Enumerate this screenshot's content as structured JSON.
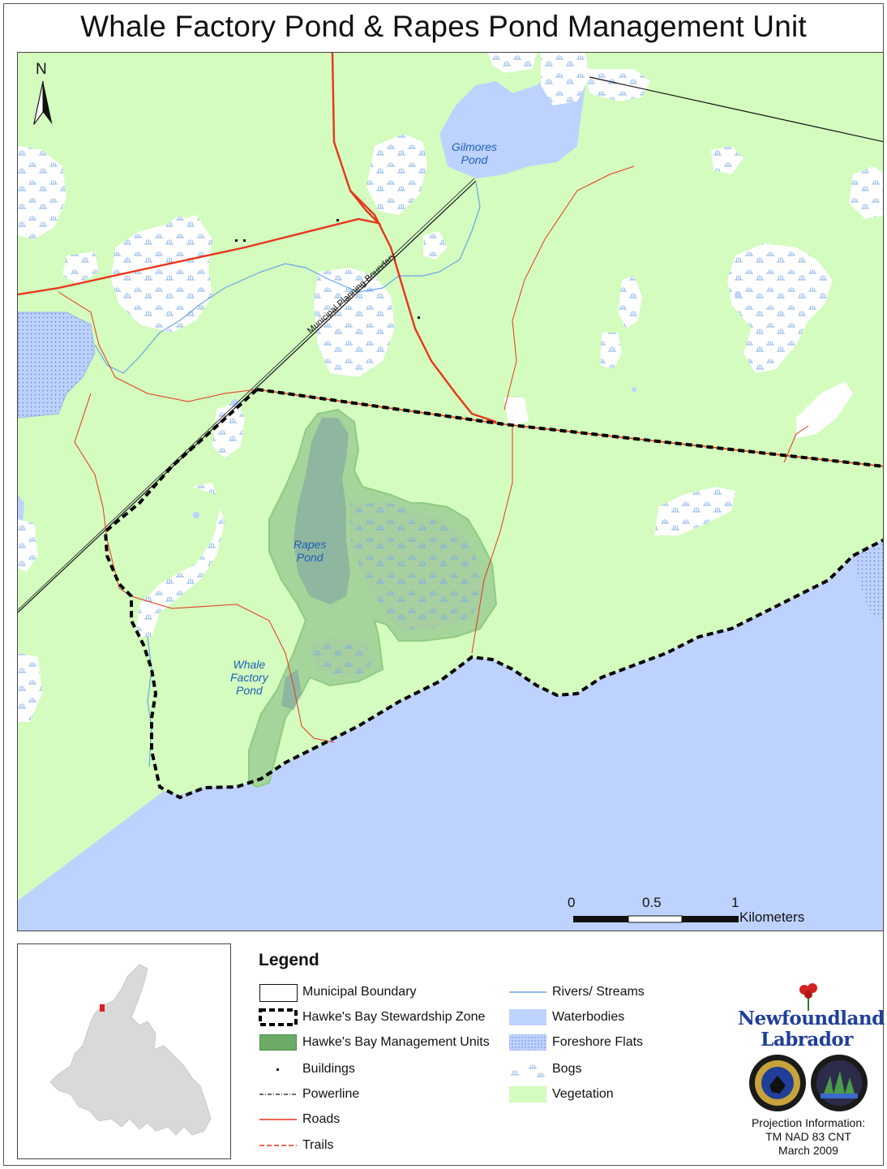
{
  "title": "Whale Factory Pond & Rapes Pond Management Unit",
  "colors": {
    "vegetation": "#d3fcbe",
    "water": "#bed2ff",
    "management_unit": "#8fcb83",
    "roads": "#e8351b",
    "rivers": "#6aa5e8",
    "label_blue": "#1d5fb8"
  },
  "map": {
    "north_label": "N",
    "labels": {
      "gilmores_pond": "Gilmores\nPond",
      "rapes_pond": "Rapes\nPond",
      "whale_factory_pond": "Whale\nFactory\nPond",
      "municipal_boundary": "Municipal Planning Boundary"
    },
    "scale_bar": {
      "ticks": [
        "0",
        "0.5",
        "1"
      ],
      "unit": "Kilometers"
    }
  },
  "legend": {
    "title": "Legend",
    "items_left": [
      {
        "label": "Municipal Boundary",
        "symbol": "box-outline"
      },
      {
        "label": "Hawke's Bay Stewardship Zone",
        "symbol": "dashed-box"
      },
      {
        "label": "Hawke's Bay Management Units",
        "symbol": "green-fill"
      },
      {
        "label": "Buildings",
        "symbol": "dot"
      },
      {
        "label": "Powerline",
        "symbol": "dash-dot-line"
      },
      {
        "label": "Roads",
        "symbol": "red-line"
      },
      {
        "label": "Trails",
        "symbol": "red-dashed-line"
      }
    ],
    "items_right": [
      {
        "label": "Rivers/ Streams",
        "symbol": "blue-line"
      },
      {
        "label": "Waterbodies",
        "symbol": "blue-fill"
      },
      {
        "label": "Foreshore Flats",
        "symbol": "dotted-blue-fill"
      },
      {
        "label": "Bogs",
        "symbol": "bog-pattern"
      },
      {
        "label": "Vegetation",
        "symbol": "green-light-fill"
      }
    ]
  },
  "logo": {
    "line1": "Newfoundland",
    "line2": "Labrador"
  },
  "projection": {
    "line1": "Projection Information:",
    "line2": "TM NAD 83 CNT",
    "line3": "March 2009"
  }
}
